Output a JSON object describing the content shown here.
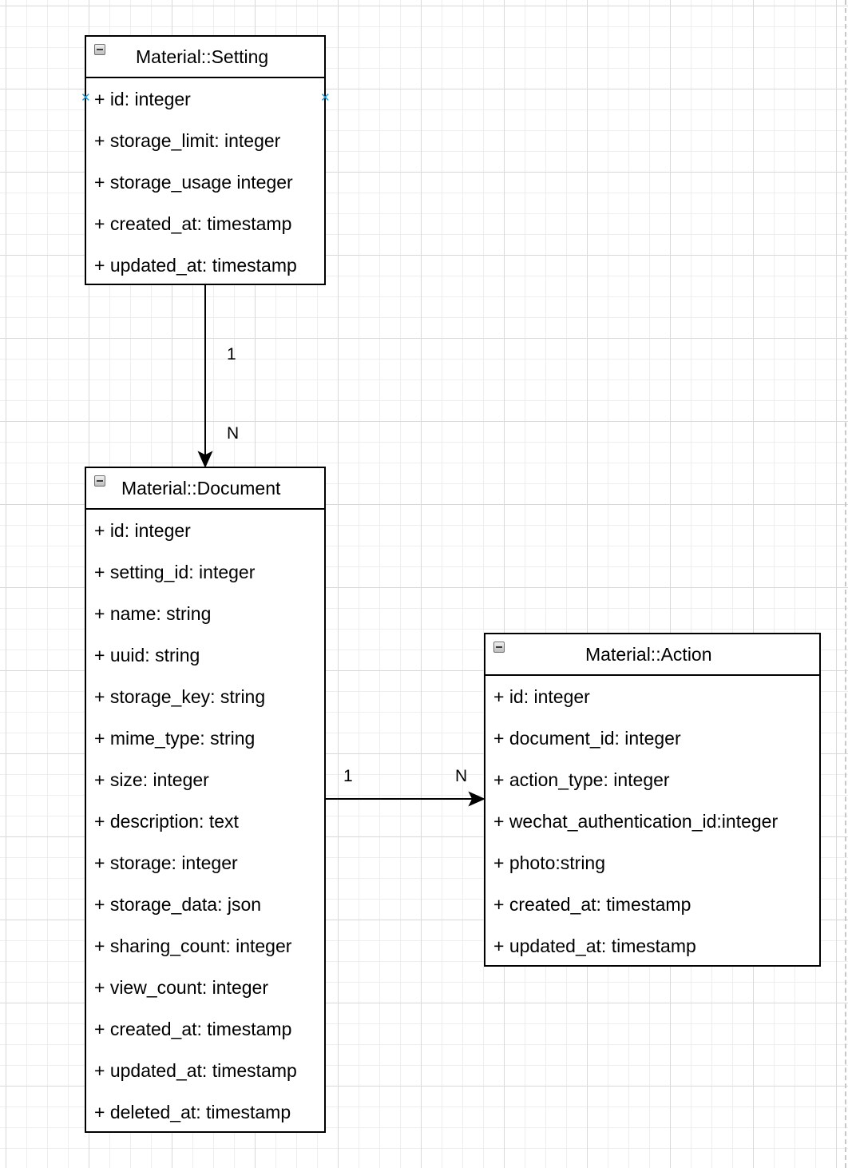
{
  "classes": {
    "setting": {
      "name": "Material::Setting",
      "attributes": [
        "+ id: integer",
        "+ storage_limit: integer",
        "+ storage_usage integer",
        "+ created_at: timestamp",
        "+ updated_at: timestamp"
      ]
    },
    "document": {
      "name": "Material::Document",
      "attributes": [
        "+ id: integer",
        "+ setting_id: integer",
        "+ name: string",
        "+ uuid: string",
        "+ storage_key: string",
        "+ mime_type: string",
        "+ size: integer",
        "+ description: text",
        "+ storage: integer",
        "+ storage_data: json",
        "+ sharing_count: integer",
        "+ view_count: integer",
        "+ created_at: timestamp",
        "+ updated_at: timestamp",
        "+ deleted_at: timestamp"
      ]
    },
    "action": {
      "name": "Material::Action",
      "attributes": [
        "+ id: integer",
        "+ document_id: integer",
        "+ action_type: integer",
        "+ wechat_authentication_id:integer",
        "+ photo:string",
        "+ created_at: timestamp",
        "+ updated_at: timestamp"
      ]
    }
  },
  "relations": {
    "setting_document": {
      "from": "Material::Setting",
      "to": "Material::Document",
      "source_multiplicity": "1",
      "target_multiplicity": "N"
    },
    "document_action": {
      "from": "Material::Document",
      "to": "Material::Action",
      "source_multiplicity": "1",
      "target_multiplicity": "N"
    }
  },
  "icons": {
    "collapse": "collapse-minus-icon",
    "connection_point": "connection-point-icon"
  },
  "colors": {
    "canvas": "#ffffff",
    "grid_major": "#d9d9d9",
    "grid_minor": "#eeeeee",
    "border": "#000000",
    "connection_point": "#2b9cd8"
  }
}
